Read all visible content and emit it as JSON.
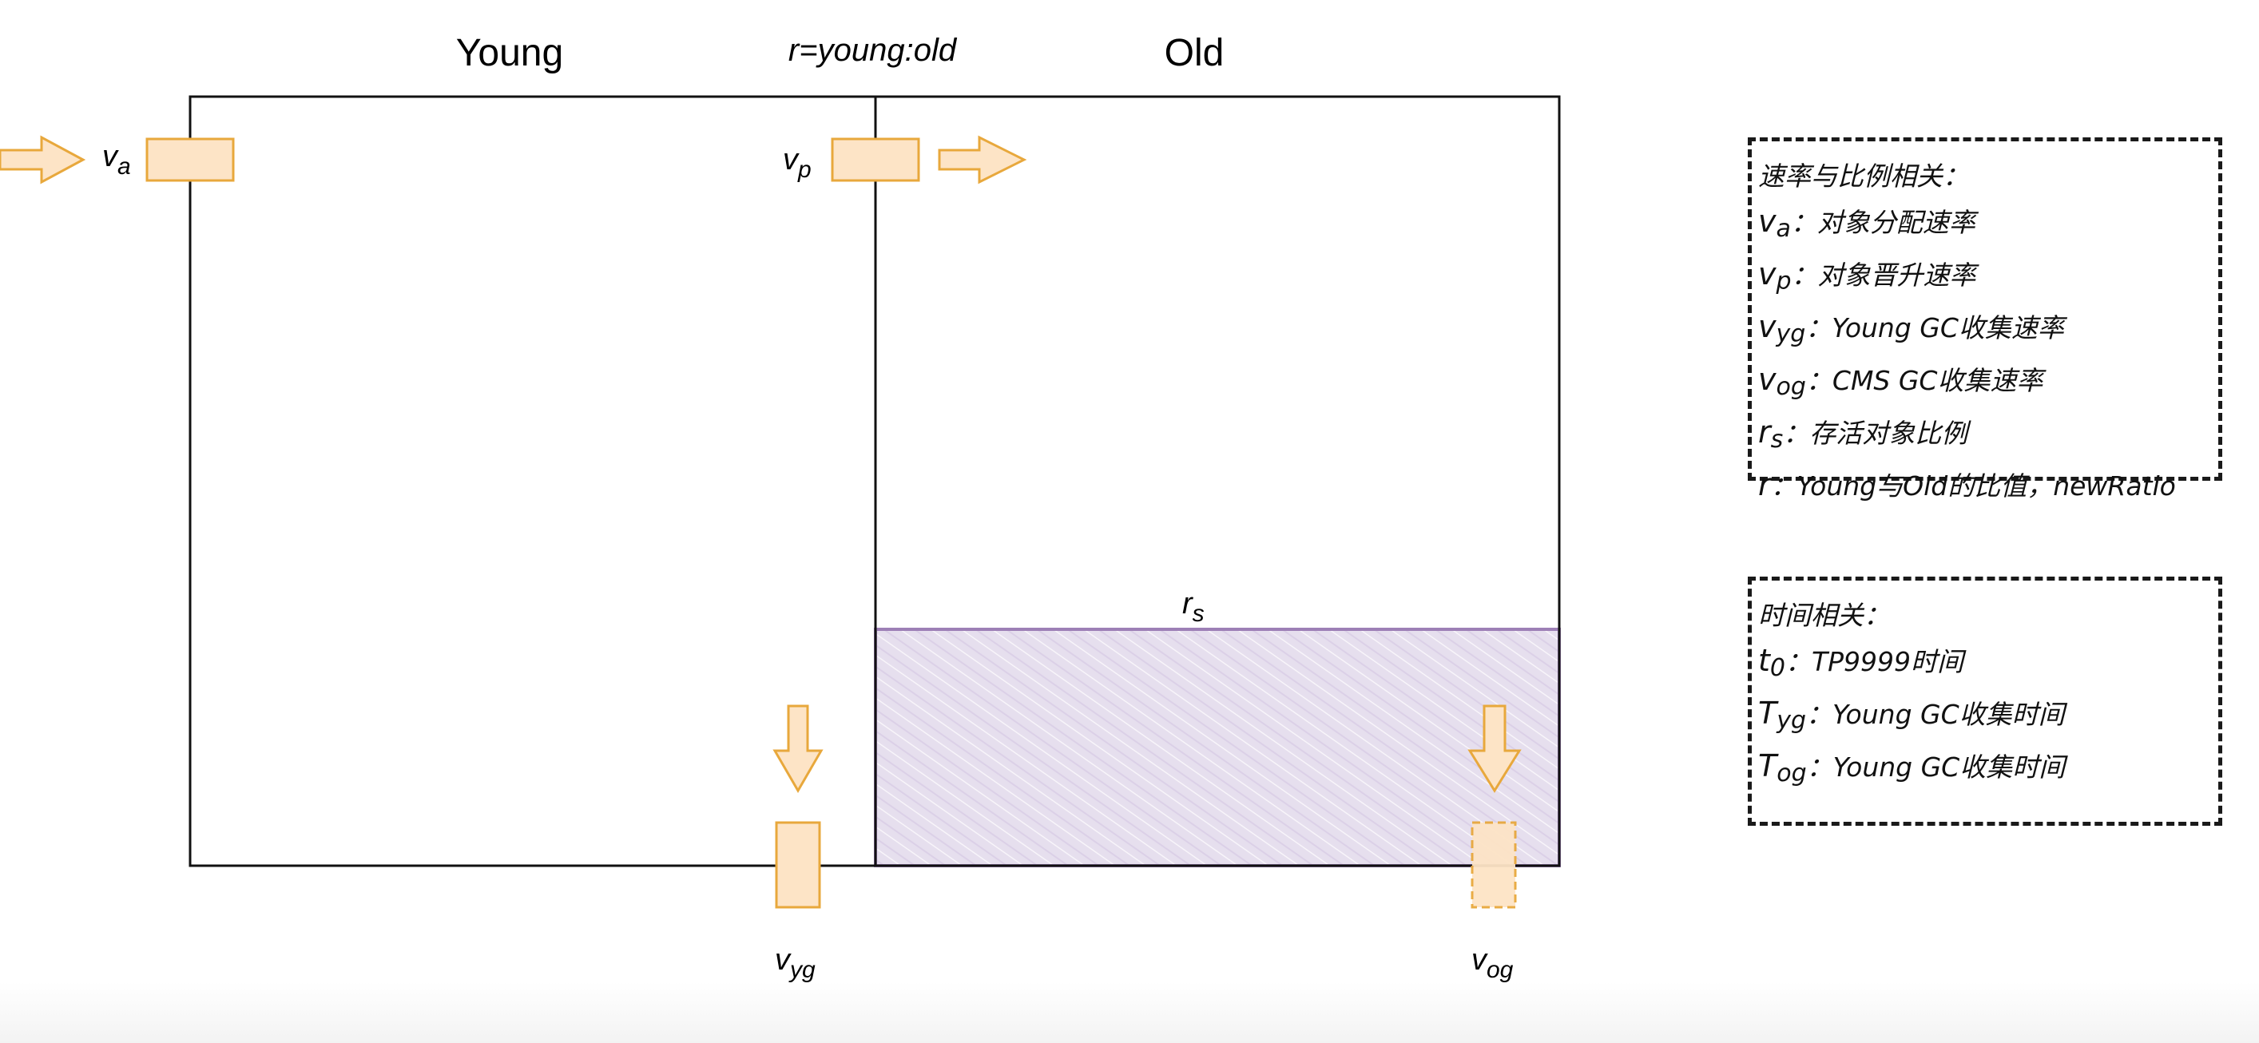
{
  "headings": {
    "young": "Young",
    "old": "Old",
    "ratio": "r=young:old"
  },
  "labels": {
    "va": {
      "base": "v",
      "sub": "a"
    },
    "vp": {
      "base": "v",
      "sub": "p"
    },
    "vyg": {
      "base": "v",
      "sub": "yg"
    },
    "vog": {
      "base": "v",
      "sub": "og"
    },
    "rs": {
      "base": "r",
      "sub": "s"
    }
  },
  "legend_rates": {
    "title": "速率与比例相关：",
    "rows": [
      {
        "sym": "v",
        "sub": "a",
        "text": "：对象分配速率"
      },
      {
        "sym": "v",
        "sub": "p",
        "text": "：对象晋升速率"
      },
      {
        "sym": "v",
        "sub": "yg",
        "text": "：Young GC收集速率"
      },
      {
        "sym": "v",
        "sub": "og",
        "text": "：CMS GC收集速率"
      },
      {
        "sym": "r",
        "sub": "s",
        "text": "：存活对象比例"
      },
      {
        "sym": "r",
        "sub": "",
        "text": "：Young与Old的比值，newRatio"
      }
    ]
  },
  "legend_time": {
    "title": "时间相关：",
    "rows": [
      {
        "sym": "t",
        "sub": "0",
        "text": "：TP9999时间"
      },
      {
        "sym": "T",
        "sub": "yg",
        "text": "：Young GC收集时间"
      },
      {
        "sym": "T",
        "sub": "og",
        "text": "：Young GC收集时间"
      }
    ]
  },
  "colors": {
    "orange_fill": "#fde4c6",
    "orange_stroke": "#e8a83c",
    "survivor_fill": "#e4dcea",
    "survivor_stroke": "#9d7fb6",
    "line": "#111111"
  },
  "icons": [
    "arrow-right-icon",
    "arrow-down-icon"
  ]
}
